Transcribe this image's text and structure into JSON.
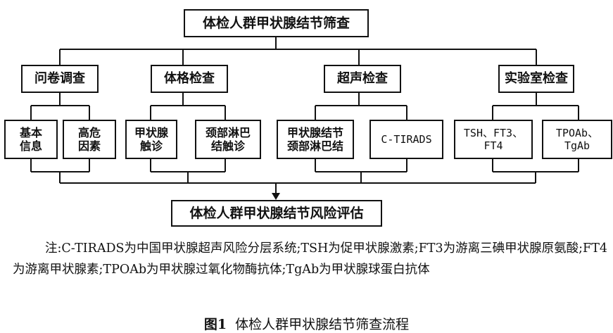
{
  "top": "体检人群甲状腺结节筛查",
  "categories": [
    "问卷调查",
    "体格检查",
    "超声检查",
    "实验室检查"
  ],
  "leaves": [
    "基本\n信息",
    "高危\n因素",
    "甲状腺\n触诊",
    "颈部淋巴\n结触诊",
    "甲状腺结节\n颈部淋巴结",
    "C-TIRADS",
    "TSH、FT3、\nFT4",
    "TPOAb、\nTgAb"
  ],
  "bottom": "体检人群甲状腺结节风险评估",
  "note": "注:C-TIRADS为中国甲状腺超声风险分层系统;TSH为促甲状腺激素;FT3为游离三碘甲状腺原氨酸;FT4为游离甲状腺素;TPOAb为甲状腺过氧化物酶抗体;TgAb为甲状腺球蛋白抗体",
  "caption_label": "图1",
  "caption_text": "体检人群甲状腺结节筛查流程"
}
